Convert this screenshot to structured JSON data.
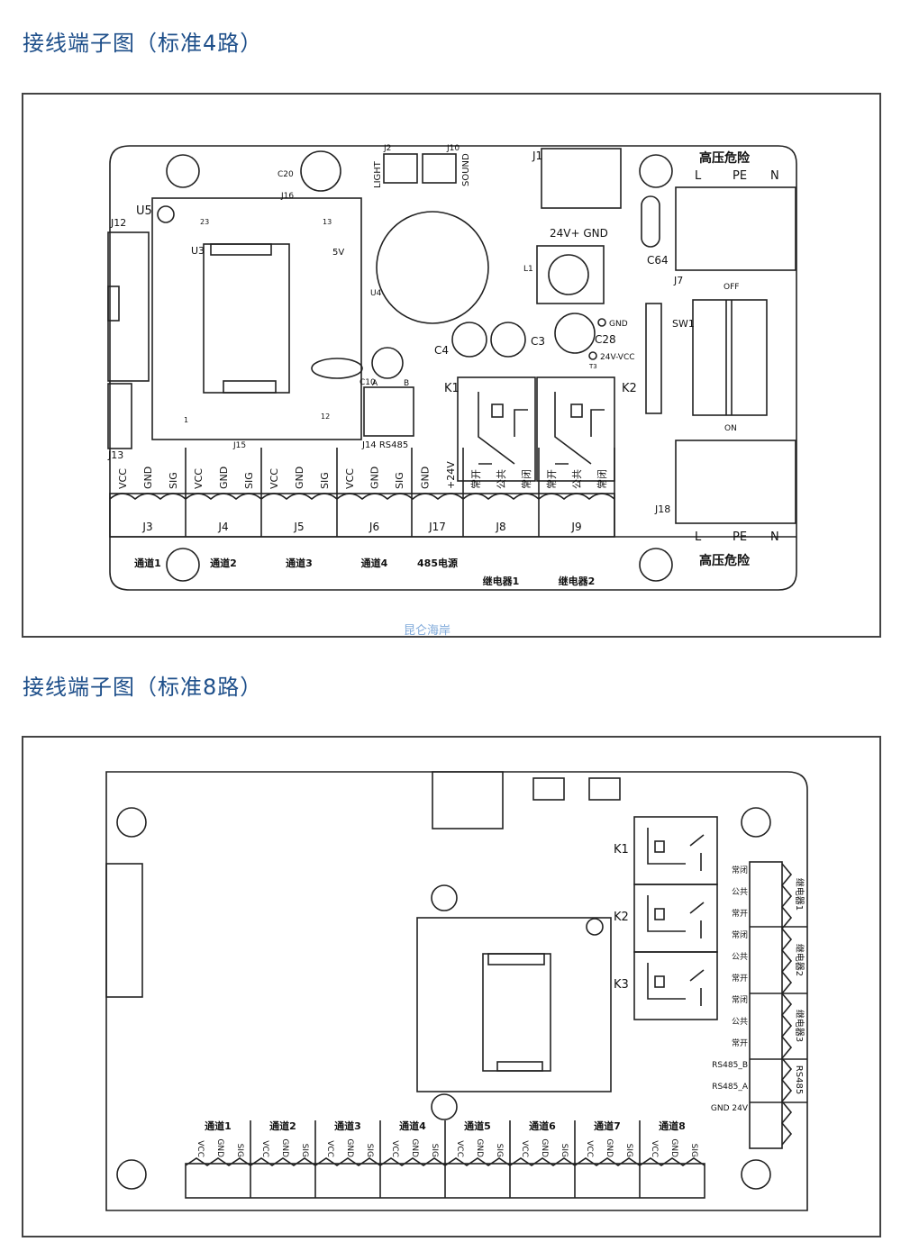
{
  "titles": {
    "board4": "接线端子图（标准4路）",
    "board8": "接线端子图（标准8路）"
  },
  "watermark": "昆仑海岸",
  "board4": {
    "refs": {
      "J12": "J12",
      "J13": "J13",
      "U5": "U5",
      "U3": "U3",
      "J16": "J16",
      "J15": "J15",
      "C20": "C20",
      "J2": "J2",
      "J10": "J10",
      "LIGHT": "LIGHT",
      "SOUND": "SOUND",
      "U4": "U4",
      "J1": "J1",
      "J1_pins": "24V+   GND",
      "L1": "L1",
      "C4": "C4",
      "C3": "C3",
      "C28": "C28",
      "GND": "GND",
      "V24": "24V-VCC",
      "T3": "T3",
      "C10": "C10",
      "J14": "J14 RS485",
      "K1": "K1",
      "K2": "K2",
      "C64": "C64",
      "J7": "J7",
      "SW1": "SW1",
      "OFF": "OFF",
      "ON": "ON",
      "J18": "J18",
      "v5": "5V",
      "pin23": "23",
      "pin13": "13",
      "pin1": "1",
      "pin12": "12",
      "A": "A",
      "B": "B"
    },
    "hv_top": "高压危险",
    "hv_top_pins": [
      "L",
      "PE",
      "N"
    ],
    "hv_bottom": "高压危险",
    "hv_bottom_pins": [
      "L",
      "PE",
      "N"
    ],
    "terminals": [
      {
        "id": "J3",
        "pins": [
          "VCC",
          "GND",
          "SIG"
        ],
        "caption": "通道1"
      },
      {
        "id": "J4",
        "pins": [
          "VCC",
          "GND",
          "SIG"
        ],
        "caption": "通道2"
      },
      {
        "id": "J5",
        "pins": [
          "VCC",
          "GND",
          "SIG"
        ],
        "caption": "通道3"
      },
      {
        "id": "J6",
        "pins": [
          "VCC",
          "GND",
          "SIG"
        ],
        "caption": "通道4"
      },
      {
        "id": "J17",
        "pins": [
          "GND",
          "+24V"
        ],
        "caption": "485电源"
      },
      {
        "id": "J8",
        "pins": [
          "常开",
          "公共",
          "常闭"
        ],
        "caption": "继电器1"
      },
      {
        "id": "J9",
        "pins": [
          "常开",
          "公共",
          "常闭"
        ],
        "caption": "继电器2"
      }
    ]
  },
  "board8": {
    "relays": [
      "K1",
      "K2",
      "K3"
    ],
    "right_rows": [
      {
        "label": "常闭",
        "group": "继电器1"
      },
      {
        "label": "公共",
        "group": "继电器1"
      },
      {
        "label": "常开",
        "group": "继电器1"
      },
      {
        "label": "常闭",
        "group": "继电器2"
      },
      {
        "label": "公共",
        "group": "继电器2"
      },
      {
        "label": "常开",
        "group": "继电器2"
      },
      {
        "label": "常闭",
        "group": "继电器3"
      },
      {
        "label": "公共",
        "group": "继电器3"
      },
      {
        "label": "常开",
        "group": "继电器3"
      },
      {
        "label": "RS485_B",
        "group": "RS485"
      },
      {
        "label": "RS485_A",
        "group": "RS485"
      },
      {
        "label": "GND 24V",
        "group": ""
      }
    ],
    "groups": [
      "继电器1",
      "继电器2",
      "继电器3",
      "RS485"
    ],
    "channels": [
      "通道1",
      "通道2",
      "通道3",
      "通道4",
      "通道5",
      "通道6",
      "通道7",
      "通道8"
    ],
    "pins": [
      "VCC",
      "GND",
      "SIG"
    ]
  }
}
